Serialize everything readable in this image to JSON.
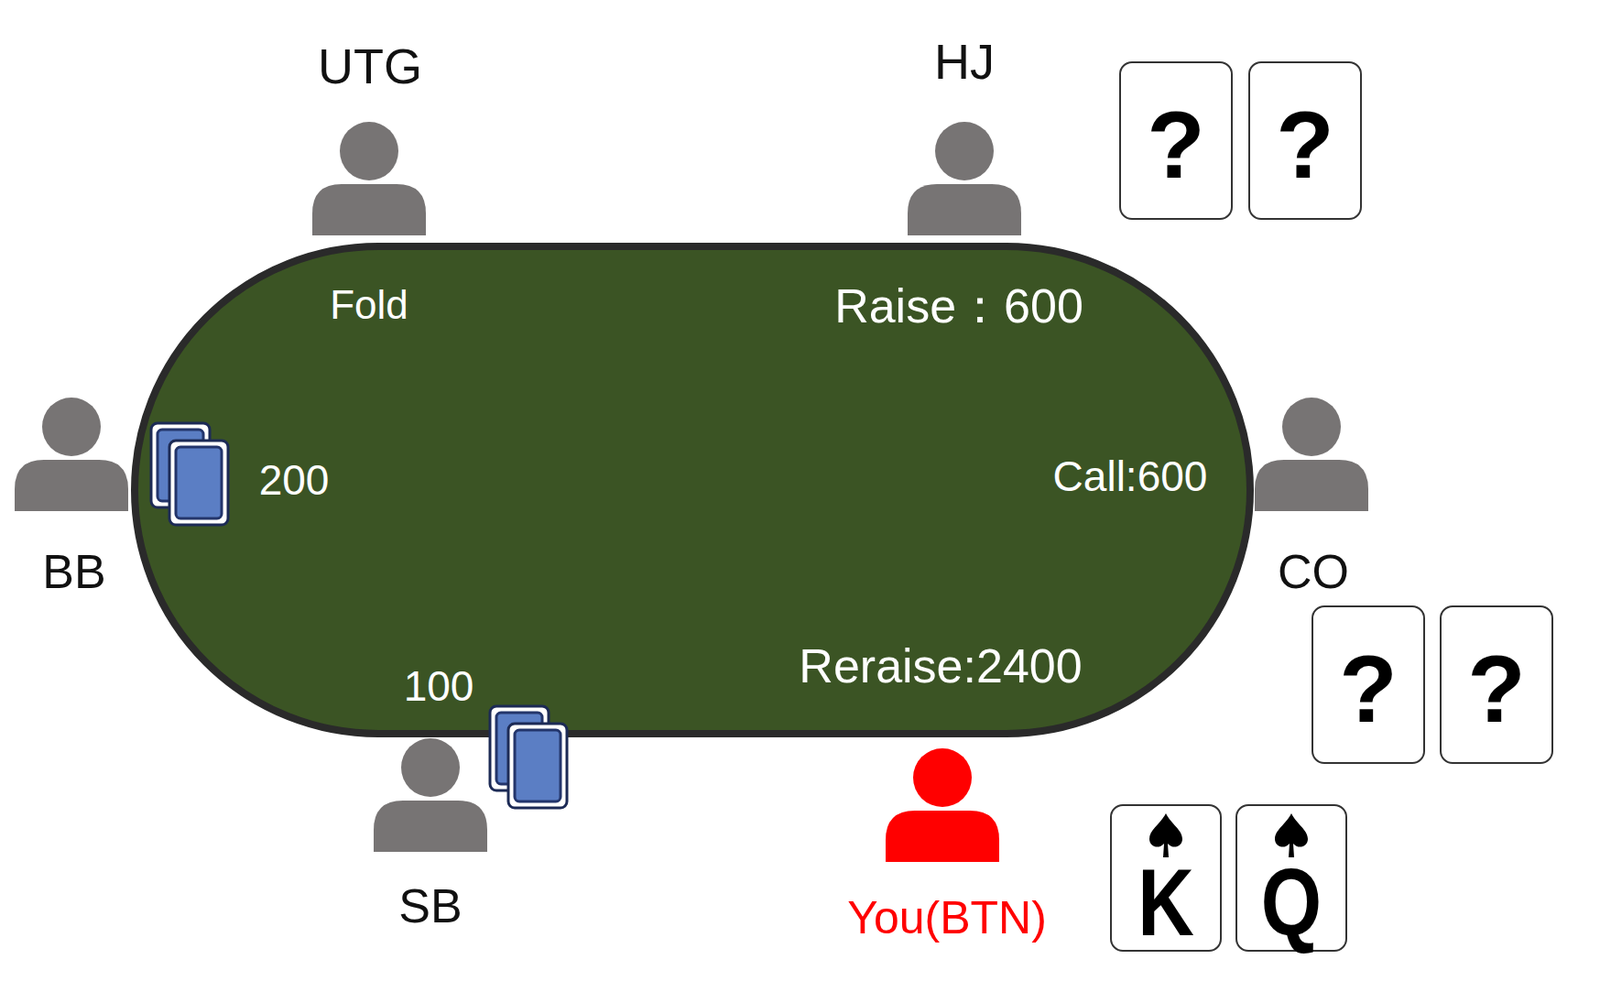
{
  "diagram": {
    "nodes": [
      {
        "text": [
          "?"
        ]
      },
      {
        "text": [
          "?"
        ]
      },
      {
        "text": [
          "Fold",
          "Raise：600",
          "200",
          "Call:600",
          "100",
          "Reraise:2400"
        ]
      },
      {
        "text": [
          "?"
        ]
      },
      {
        "text": [
          "?"
        ]
      },
      {
        "text": [
          "K"
        ]
      },
      {
        "text": [
          "Q"
        ]
      }
    ],
    "labels": [
      "UTG",
      "HJ",
      "BB",
      "CO",
      "SB",
      "You(BTN)"
    ]
  }
}
